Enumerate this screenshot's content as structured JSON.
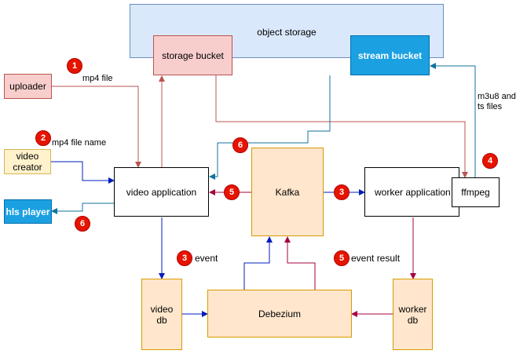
{
  "nodes": {
    "object_storage": "object storage",
    "storage_bucket": "storage bucket",
    "stream_bucket": "stream bucket",
    "uploader": "uploader",
    "video_creator": "video\ncreator",
    "hls_player": "hls player",
    "video_application": "video application",
    "kafka": "Kafka",
    "worker_application": "worker application",
    "ffmpeg": "ffmpeg",
    "video_db": "video\ndb",
    "debezium": "Debezium",
    "worker_db": "worker\ndb"
  },
  "labels": {
    "mp4_file": "mp4 file",
    "mp4_file_name": "mp4 file name",
    "m3u8_ts": "m3u8 and\nts files",
    "event": "event",
    "event_result": "event result"
  },
  "badges": {
    "b1": "1",
    "b2": "2",
    "b3a": "3",
    "b3b": "3",
    "b4": "4",
    "b5a": "5",
    "b5b": "5",
    "b6a": "6",
    "b6b": "6"
  },
  "colors": {
    "storage_fill": "#dae8fc",
    "storage_stroke": "#6c8ebf",
    "pink_fill": "#f8cecc",
    "pink_stroke": "#b85450",
    "blue_fill": "#1ba1e2",
    "blue_stroke": "#006eaf",
    "orange_fill": "#ffe6cc",
    "orange_stroke": "#d79b00",
    "yellow_fill": "#fff2cc",
    "yellow_stroke": "#d6b656",
    "badge": "#e51400",
    "arrow_blue": "#001dbc",
    "arrow_maroon": "#a50040",
    "arrow_pink": "#b85450",
    "arrow_teal": "#10739e"
  }
}
